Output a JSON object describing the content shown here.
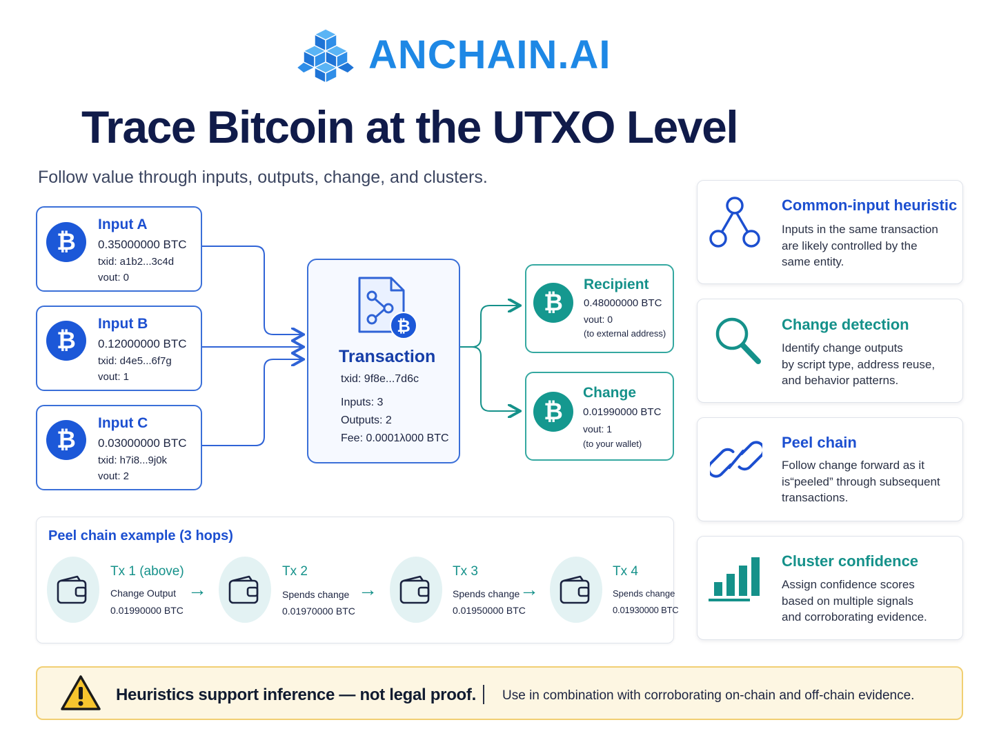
{
  "header": {
    "brand": "ANCHAIN.AI",
    "title": "Trace Bitcoin at the UTXO Level",
    "subtitle": "Follow value through inputs, outputs, change, and clusters."
  },
  "inputs": [
    {
      "title": "Input A",
      "amount": "0.35000000 BTC",
      "txid": "txid:  a1b2...3c4d",
      "vout": "vout: 0"
    },
    {
      "title": "Input B",
      "amount": "0.12000000 BTC",
      "txid": "txid:  d4e5...6f7g",
      "vout": "vout: 1"
    },
    {
      "title": "Input C",
      "amount": "0.03000000 BTC",
      "txid": "txid:  h7i8...9j0k",
      "vout": "vout: 2"
    }
  ],
  "transaction": {
    "title": "Transaction",
    "txid": "txid:  9f8e...7d6c",
    "inputs": "Inputs: 3",
    "outputs": "Outputs: 2",
    "fee": "Fee: 0.0001λ000 BTC"
  },
  "outputs": [
    {
      "title": "Recipient",
      "amount": "0.48000000 BTC",
      "vout": "vout: 0",
      "note": "(to external address)"
    },
    {
      "title": "Change",
      "amount": "0.01990000 BTC",
      "vout": "vout: 1",
      "note": "(to your wallet)"
    }
  ],
  "heuristics": [
    {
      "title": "Common-input heuristic",
      "lines": [
        "Inputs in the same transaction",
        "are likely controlled by the",
        "same entity."
      ],
      "icon": "nodes-icon"
    },
    {
      "title": "Change detection",
      "lines": [
        "Identify change outputs",
        "by script type, address reuse,",
        "and behavior patterns."
      ],
      "icon": "magnifier-icon"
    },
    {
      "title": "Peel chain",
      "lines": [
        "Follow change forward as it",
        "is“peeled” through subsequent",
        "transactions."
      ],
      "icon": "link-icon"
    },
    {
      "title": "Cluster confidence",
      "lines": [
        "Assign confidence scores",
        "based on multiple signals",
        "and corroborating evidence."
      ],
      "icon": "bar-chart-icon"
    }
  ],
  "peel_chain": {
    "title": "Peel chain example (3 hops)",
    "hops": [
      {
        "title": "Tx 1 (above)",
        "label": "Change Output",
        "amount": "0.01990000 BTC"
      },
      {
        "title": "Tx 2",
        "label": "Spends change",
        "amount": "0.01970000 BTC"
      },
      {
        "title": "Tx 3",
        "label": "Spends change",
        "amount": "0.01950000 BTC"
      },
      {
        "title": "Tx 4",
        "label": "Spends change",
        "amount": "0.01930000 BTC"
      }
    ]
  },
  "warning": {
    "main": "Heuristics support inference — not legal proof.",
    "sub": "Use in combination with corroborating on-chain and off-chain evidence."
  },
  "colors": {
    "navy": "#101b4a",
    "blue": "#1c4fd0",
    "teal": "#15918a",
    "warning_bg": "#fdf6e2"
  }
}
